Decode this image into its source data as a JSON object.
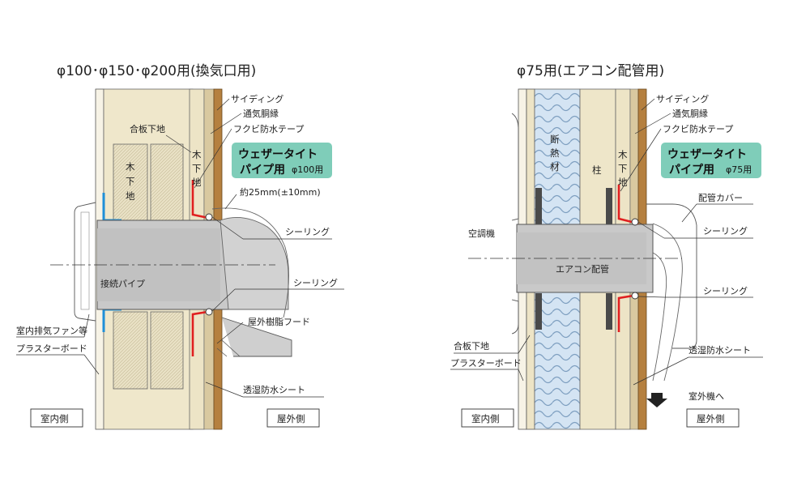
{
  "left": {
    "title": "φ100･φ150･φ200用(換気口用)",
    "labels": {
      "siding": "サイディング",
      "vent_furring": "通気胴縁",
      "flashing_tape": "フクビ防水テープ",
      "plywood_base": "合板下地",
      "wood_base_v1": "木",
      "wood_base_v2": "下",
      "wood_base_v3": "地",
      "wood_inner_v1": "木",
      "wood_inner_v2": "下",
      "wood_inner_v3": "地",
      "gap": "約25mm(±10mm)",
      "sealing_top": "シーリング",
      "sealing_bottom": "シーリング",
      "connecting_pipe": "接続パイプ",
      "outdoor_hood": "屋外樹脂フード",
      "indoor_fan": "室内排気ファン等",
      "plaster_board": "プラスターボード",
      "moisture_sheet": "透湿防水シート",
      "indoor_side": "室内側",
      "outdoor_side": "屋外側"
    },
    "badge": {
      "line1": "ウェザータイト",
      "line2": "パイプ用",
      "size": "φ100用"
    }
  },
  "right": {
    "title": "φ75用(エアコン配管用)",
    "labels": {
      "siding": "サイディング",
      "vent_furring": "通気胴縁",
      "flashing_tape": "フクビ防水テープ",
      "insulation_v1": "断",
      "insulation_v2": "熱",
      "insulation_v3": "材",
      "column": "柱",
      "wood_base_v1": "木",
      "wood_base_v2": "下",
      "wood_base_v3": "地",
      "pipe_cover": "配管カバー",
      "air_conditioner": "空調機",
      "sealing_top": "シーリング",
      "ac_pipe": "エアコン配管",
      "sealing_bottom": "シーリング",
      "plywood_base": "合板下地",
      "plaster_board": "プラスターボード",
      "moisture_sheet": "透湿防水シート",
      "to_outdoor_unit": "室外機へ",
      "indoor_side": "室内側",
      "outdoor_side": "屋外側"
    },
    "badge": {
      "line1": "ウェザータイト",
      "line2": "パイプ用",
      "size": "φ75用"
    }
  },
  "colors": {
    "wood": "#b5803f",
    "base_board": "#e9e1c6",
    "pipe": "#c7c7c7",
    "badge": "#7fcdb9",
    "tape": "#e02020",
    "insulation": "#cfe0f0",
    "blue_seal": "#1e8fd8"
  }
}
